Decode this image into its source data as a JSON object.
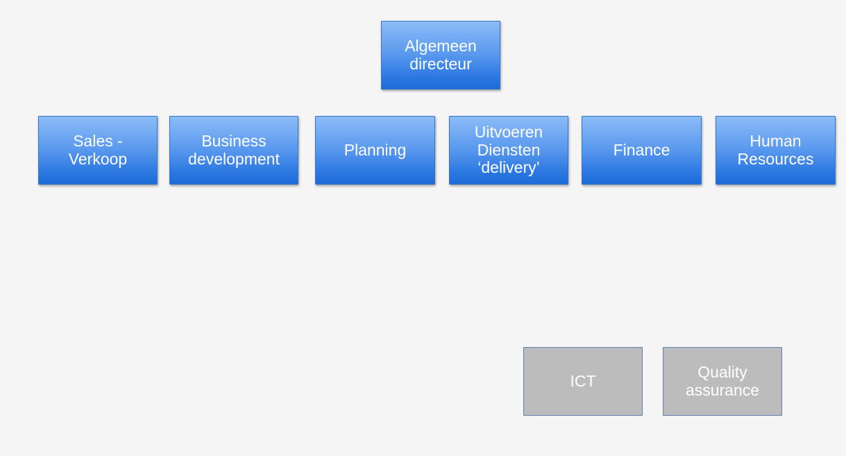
{
  "diagram": {
    "top": {
      "label": "Algemeen\ndirecteur"
    },
    "departments": [
      {
        "label": "Sales -\nVerkoop"
      },
      {
        "label": "Business\ndevelopment"
      },
      {
        "label": "Planning"
      },
      {
        "label": "Uitvoeren\nDiensten\n‘delivery’"
      },
      {
        "label": "Finance"
      },
      {
        "label": "Human\nResources"
      }
    ],
    "support": [
      {
        "label": "ICT"
      },
      {
        "label": "Quality\nassurance"
      }
    ],
    "colors": {
      "background": "#f5f5f5",
      "box_top": "#8cbcf7",
      "box_bottom": "#1c6bd7",
      "support_box": "#bcbcbc",
      "support_border": "#5b80ad",
      "text": "#ffffff"
    }
  }
}
